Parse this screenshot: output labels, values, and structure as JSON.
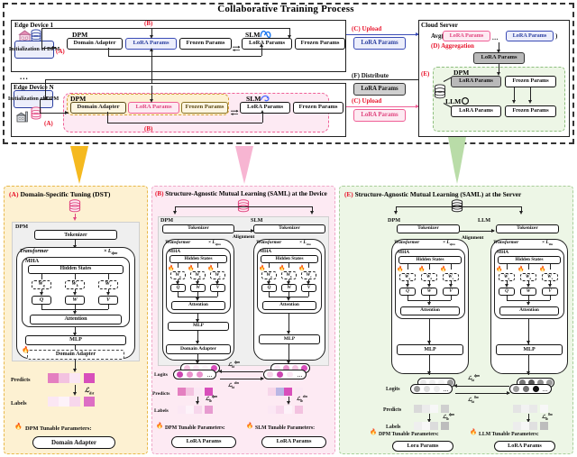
{
  "top": {
    "title": "Collaborative Training Process",
    "edge1": {
      "frame_label": "Edge Device 1",
      "init_label": "Initialization of DPM",
      "tag_a": "(A)",
      "tag_b": "(B)",
      "dpm_label": "DPM",
      "slm_label": "SLM",
      "boxes": {
        "domain_adapter": "Domain Adapter",
        "lora_params": "LoRA Params",
        "frozen_params": "Frozen Params",
        "slm_lora": "LoRA Params",
        "slm_frozen": "Frozen Params"
      }
    },
    "ellipsis": "...",
    "edgeN": {
      "frame_label": "Edge Device N",
      "init_label": "Initialization of DPM",
      "tag_a": "(A)",
      "tag_b": "(B)",
      "dpm_label": "DPM",
      "slm_label": "SLM",
      "boxes": {
        "domain_adapter": "Domain Adapter",
        "lora_params": "LoRA Params",
        "frozen_params": "Frozen Params",
        "slm_lora": "LoRA Params",
        "slm_frozen": "Frozen Params"
      }
    },
    "channel": {
      "upload_1": "(C) Upload",
      "upload_n": "(C) Upload",
      "distribute": "(F) Distribute",
      "lora_blue": "LoRA Params",
      "lora_gray": "LoRA Params",
      "lora_pink": "LoRA Params"
    },
    "cloud": {
      "frame_label": "Cloud Server",
      "avg_prefix": "Avg(",
      "avg_first": "LoRA Params",
      "avg_dots": "...",
      "avg_last": "LoRA Params",
      "avg_suffix": ")",
      "aggregation": "(D) Aggregation",
      "aggregated": "LoRA Params",
      "tag_e": "(E)",
      "dpm_label": "DPM",
      "llm_label": "LLM",
      "dpm_lora": "LoRA Params",
      "dpm_frozen": "Frozen Params",
      "llm_lora": "LoRA Params",
      "llm_frozen": "Frozen Params"
    }
  },
  "panel_a": {
    "tag": "(A)",
    "title": "Domain-Specific Tuning (DST)",
    "model_label": "DPM",
    "tokenizer": "Tokenizer",
    "transformer": "Transformer",
    "layers": "× L",
    "layers_sub": "dpm",
    "mha": "MHA",
    "hidden_states": "Hidden States",
    "w_q": "W",
    "w_q_sub": "q",
    "w_k": "W",
    "w_k_sub": "k",
    "w_v": "W",
    "w_v_sub": "v",
    "q": "Q",
    "w": "W",
    "v": "V",
    "attention": "Attention",
    "mlp": "MLP",
    "domain_adapter": "Domain Adapter",
    "predicts": "Predicts",
    "labels": "Labels",
    "loss": "ℒ",
    "loss_sub": "dst",
    "tunable_caption": "DPM Tunable Parameters:",
    "tunable_box": "Domain Adapter",
    "flame": "🔥"
  },
  "panel_b": {
    "tag": "(B)",
    "title": "Structure-Agnostic Mutual Learning (SAML) at the Device",
    "left_label": "DPM",
    "right_label": "SLM",
    "alignment": "Alignment",
    "tokenizer": "Tokenizer",
    "transformer": "Transformer",
    "layers_left": "× L",
    "layers_left_sub": "dpm",
    "layers_right": "× L",
    "layers_right_sub": "slm",
    "mha": "MHA",
    "hidden_states": "Hidden States",
    "w_q": "W",
    "w_q_sub": "q",
    "w_k": "W",
    "w_k_sub": "k",
    "w_v": "W",
    "w_v_sub": "v",
    "q": "Q",
    "w": "W",
    "v": "V",
    "attention": "Attention",
    "mlp": "MLP",
    "domain_adapter": "Domain Adapter",
    "logits": "Logits",
    "predicts": "Predicts",
    "labels": "Labels",
    "dots": "...",
    "loss_kt_dpm": "ℒ",
    "loss_kt_dpm_sub": "kt",
    "loss_kt_dpm_sup": "dpm",
    "loss_kt_slm": "ℒ",
    "loss_kt_slm_sub": "kt",
    "loss_kt_slm_sup": "slm",
    "loss_lb_dpm": "ℒ",
    "loss_lb_dpm_sub": "lb",
    "loss_lb_dpm_sup": "dpm",
    "loss_lb_slm": "ℒ",
    "loss_lb_slm_sub": "lb",
    "loss_lb_slm_sup": "slm",
    "tunable_left_caption": "DPM Tunable Parameters:",
    "tunable_left_box": "LoRA Params",
    "tunable_right_caption": "SLM Tunable Parameters:",
    "tunable_right_box": "LoRA Params",
    "flame": "🔥"
  },
  "panel_e": {
    "tag": "(E)",
    "title": "Structure-Agnostic Mutual Learning (SAML) at the Server",
    "left_label": "DPM",
    "right_label": "LLM",
    "alignment": "Alignment",
    "tokenizer": "Tokenizer",
    "transformer": "Transformer",
    "layers_left": "× L",
    "layers_left_sub": "dpm",
    "layers_right": "× L",
    "layers_right_sub": "llm",
    "mha": "MHA",
    "hidden_states": "Hidden States",
    "w_q": "W",
    "w_q_sub": "q",
    "w_k": "W",
    "w_k_sub": "k",
    "w_v": "W",
    "w_v_sub": "v",
    "q": "Q",
    "w": "W",
    "v": "V",
    "attention": "Attention",
    "mlp": "MLP",
    "logits": "Logits",
    "predicts": "Predicts",
    "labels": "Labels",
    "dots": "...",
    "loss_kt_dpm": "ℒ",
    "loss_kt_dpm_sub": "kt",
    "loss_kt_dpm_sup": "dpm",
    "loss_kt_llm": "ℒ",
    "loss_kt_llm_sub": "kt",
    "loss_kt_llm_sup": "llm",
    "loss_lb_dpm": "ℒ",
    "loss_lb_dpm_sub": "lb",
    "loss_lb_dpm_sup": "dpm",
    "loss_lb_llm": "ℒ",
    "loss_lb_llm_sub": "lb",
    "loss_lb_llm_sup": "llm",
    "tunable_left_caption": "DPM Tunable Parameters:",
    "tunable_left_box": "Lora Params",
    "tunable_right_caption": "LLM Tunable Parameters:",
    "tunable_right_box": "LoRA Params",
    "flame": "🔥"
  },
  "colors": {
    "red_tag": "#e8132b",
    "blue": "#3a4bb5",
    "pink": "#ef5f96",
    "tan": "#8a7426",
    "yellow_panel": "#fdf1d2",
    "pink_panel": "#fdeaf3",
    "green_panel": "#edf6e6",
    "gray_box": "#b9b9b9"
  }
}
